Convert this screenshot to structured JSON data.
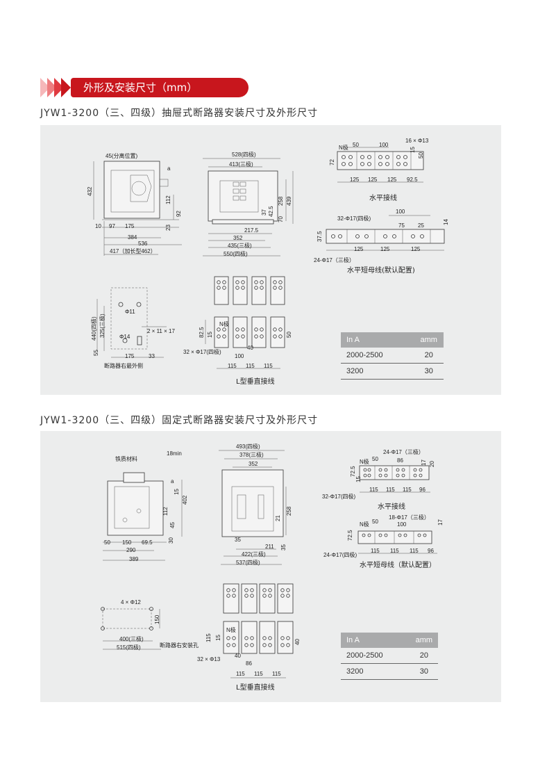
{
  "banner": {
    "title": "外形及安装尺寸（mm）"
  },
  "section1": {
    "title": "JYW1-3200（三、四级）抽屉式断路器安装尺寸及外形尺寸",
    "side_view": {
      "labels": [
        "45(分离位置)",
        "a",
        "432",
        "112",
        "92",
        "23",
        "10",
        "97",
        "175",
        "384",
        "536",
        "417（加长型462）"
      ]
    },
    "front_view": {
      "labels": [
        "528(四极)",
        "413(三极)",
        "258",
        "439",
        "37",
        "42.5",
        "70",
        "217.5",
        "352",
        "435(三极)",
        "550(四极)"
      ]
    },
    "horizontal_busbar": {
      "labels": [
        "N极",
        "50",
        "100",
        "16 × Φ13",
        "15",
        "50",
        "72",
        "125",
        "125",
        "125",
        "92.5"
      ],
      "caption": "水平接线"
    },
    "short_busbar": {
      "labels": [
        "32-Φ17(四极)",
        "100",
        "75",
        "25",
        "14",
        "37.5",
        "125",
        "125",
        "125",
        "24-Φ17（三极）"
      ],
      "caption": "水平短母线(默认配置)"
    },
    "mount_holes": {
      "labels": [
        "440(四极)",
        "325(三极)",
        "Φ11",
        "Φ14",
        "2 × 11 × 17",
        "55",
        "175",
        "33",
        "断路器右最外侧"
      ]
    },
    "vertical_busbar": {
      "labels": [
        "N极",
        "82.5",
        "15",
        "32 × Φ17(四极)",
        "40",
        "100",
        "50",
        "115",
        "115",
        "115"
      ],
      "caption": "L型垂直接线"
    },
    "table": {
      "headers": [
        "In A",
        "amm"
      ],
      "rows": [
        [
          "2000-2500",
          "20"
        ],
        [
          "3200",
          "30"
        ]
      ]
    }
  },
  "section2": {
    "title": "JYW1-3200（三、四级）固定式断路器安装尺寸及外形尺寸",
    "side_view": {
      "labels": [
        "铁质材料",
        "18min",
        "a",
        "15",
        "402",
        "112",
        "45",
        "30",
        "50",
        "150",
        "69.5",
        "290",
        "389"
      ]
    },
    "front_view": {
      "labels": [
        "493(四极)",
        "378(三极)",
        "352",
        "258",
        "21",
        "35",
        "211",
        "35",
        "422(三极)",
        "537(四极)"
      ]
    },
    "horizontal_busbar": {
      "labels": [
        "N极",
        "50",
        "24-Φ17（三极）",
        "86",
        "17",
        "20",
        "72.5",
        "15",
        "115",
        "115",
        "115",
        "96",
        "32-Φ17(四极)"
      ],
      "caption": "水平接线"
    },
    "short_busbar": {
      "labels": [
        "N极",
        "50",
        "18-Φ17（三极）",
        "100",
        "17",
        "72.5",
        "115",
        "115",
        "115",
        "96",
        "24-Φ17(四极)"
      ],
      "caption": "水平短母线（默认配置）"
    },
    "mount_holes": {
      "labels": [
        "4 × Φ12",
        "150",
        "400(三极)",
        "515(四极)",
        "断路器右安装孔"
      ]
    },
    "vertical_busbar": {
      "labels": [
        "N极",
        "115",
        "15",
        "32 × Φ13",
        "40",
        "86",
        "40",
        "115",
        "115",
        "115"
      ],
      "caption": "L型垂直接线"
    },
    "table": {
      "headers": [
        "In A",
        "amm"
      ],
      "rows": [
        [
          "2000-2500",
          "20"
        ],
        [
          "3200",
          "30"
        ]
      ]
    }
  }
}
